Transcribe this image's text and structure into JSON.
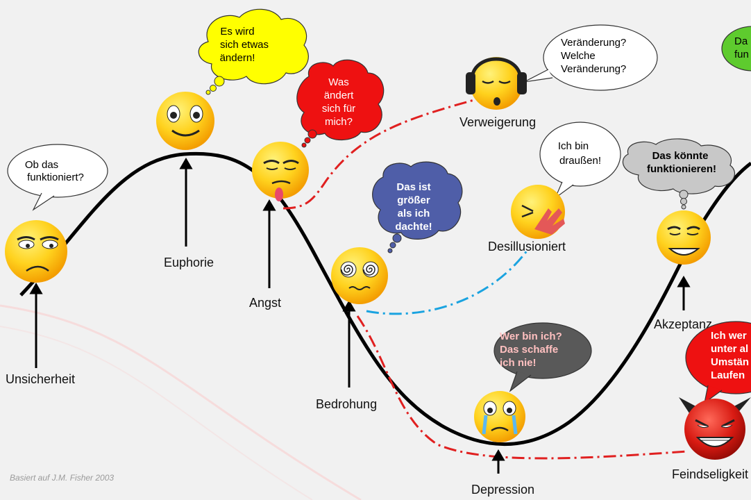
{
  "stages": {
    "unsicherheit": "Unsicherheit",
    "euphorie": "Euphorie",
    "angst": "Angst",
    "bedrohung": "Bedrohung",
    "depression": "Depression",
    "verweigerung": "Verweigerung",
    "desillusioniert": "Desillusioniert",
    "akzeptanz": "Akzeptanz",
    "feindseligkeit": "Feindseligkeit"
  },
  "bubbles": {
    "ob_das": [
      "Ob das",
      "funktioniert?"
    ],
    "es_wird": [
      "Es wird",
      "sich etwas",
      "ändern!"
    ],
    "was_aendert": [
      "Was",
      "ändert",
      "sich für",
      "mich?"
    ],
    "das_ist_groesser": [
      "Das ist",
      "größer",
      "als ich",
      "dachte!"
    ],
    "veraenderung": [
      "Veränderung?",
      "Welche",
      "Veränderung?"
    ],
    "ich_bin_draussen": [
      "Ich bin",
      "draußen!"
    ],
    "das_koennte": [
      "Das könnte",
      "funktionieren!"
    ],
    "wer_bin_ich": [
      "Wer bin ich?",
      "Das schaffe",
      "ich nie!"
    ],
    "ich_werde": [
      "Ich wer",
      "unter al",
      "Umstän",
      "Laufen"
    ],
    "das_fun": [
      "Da",
      "fun"
    ]
  },
  "credit": "Basiert auf J.M. Fisher 2003",
  "colors": {
    "background": "#f1f1f1",
    "curve": "#000000",
    "emoji_yellow": "#f7b500",
    "bubble_yellow": "#ffff00",
    "bubble_red": "#ee1111",
    "bubble_blue": "#4f5ea8",
    "bubble_grey": "#c8c8c8",
    "bubble_dark": "#595959",
    "bubble_green": "#5ecb2e",
    "dash_red": "#e02020",
    "dash_blue": "#1aa3e0",
    "devil_red": "#d41414"
  },
  "icons": [
    "yellow-emoji-icon",
    "devil-emoji-icon",
    "headphones-icon",
    "hand-icon",
    "swirl-eyes-icon"
  ]
}
